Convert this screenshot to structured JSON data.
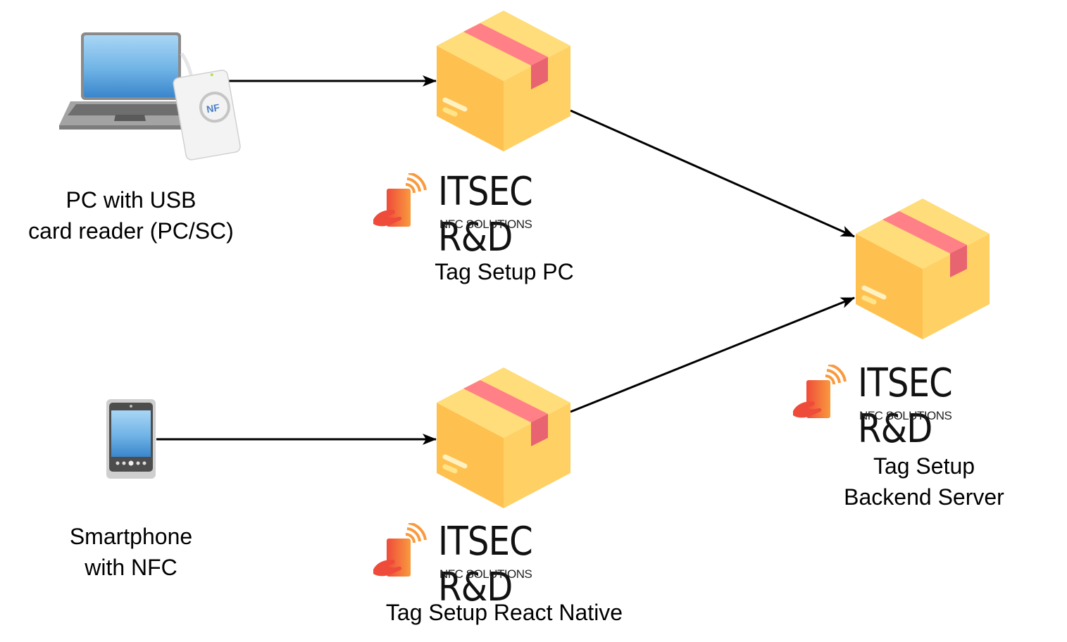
{
  "nodes": {
    "pc_client": {
      "label_line1": "PC with USB",
      "label_line2": "card reader (PC/SC)",
      "icon": "laptop-with-nfc-reader-icon"
    },
    "smartphone_client": {
      "label_line1": "Smartphone",
      "label_line2": "with NFC",
      "icon": "smartphone-icon"
    },
    "tag_setup_pc": {
      "label": "Tag Setup PC",
      "icon": "package-box-icon"
    },
    "tag_setup_react_native": {
      "label": "Tag Setup React Native",
      "icon": "package-box-icon"
    },
    "tag_setup_backend": {
      "label_line1": "Tag Setup",
      "label_line2": "Backend Server",
      "icon": "package-box-icon"
    }
  },
  "logo": {
    "brand": "ITSEC R&D",
    "tagline": "NFC SOLUTIONS"
  },
  "edges": [
    {
      "from": "pc_client",
      "to": "tag_setup_pc"
    },
    {
      "from": "smartphone_client",
      "to": "tag_setup_react_native"
    },
    {
      "from": "tag_setup_pc",
      "to": "tag_setup_backend"
    },
    {
      "from": "tag_setup_react_native",
      "to": "tag_setup_backend"
    }
  ],
  "colors": {
    "box_left": "#FEC14F",
    "box_right": "#FFD063",
    "box_top": "#FEDD7A",
    "tape_top": "#FF8087",
    "tape_side": "#E76470",
    "logo_orange": "#F5843A",
    "logo_red": "#EF4B3A",
    "arrow": "#000000"
  }
}
